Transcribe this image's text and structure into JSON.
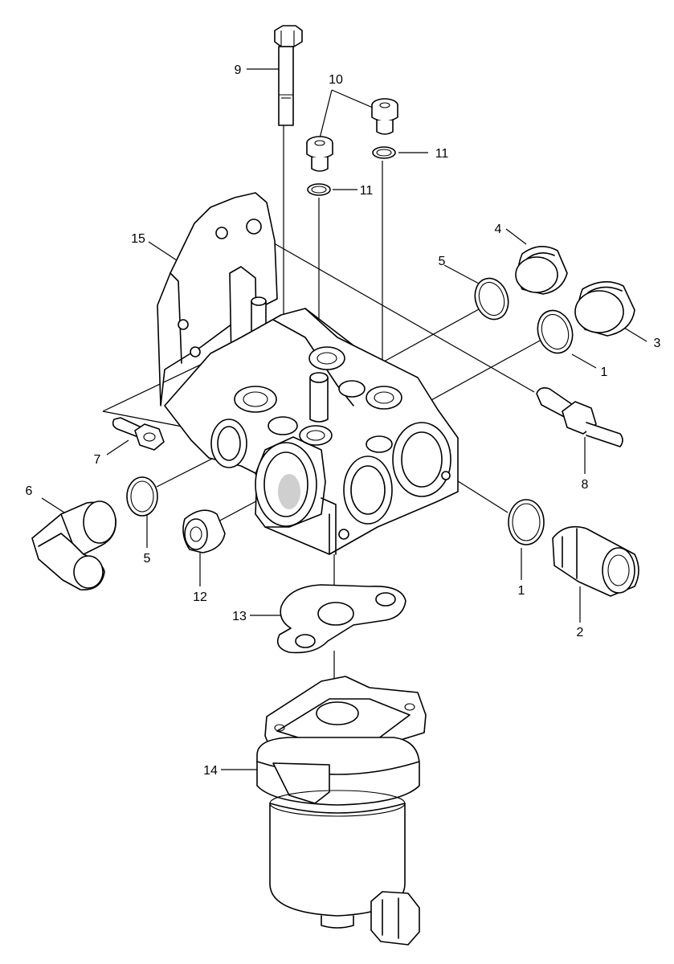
{
  "callouts": [
    {
      "id": "c9",
      "text": "9"
    },
    {
      "id": "c10",
      "text": "10"
    },
    {
      "id": "c11a",
      "text": "11"
    },
    {
      "id": "c11b",
      "text": "11"
    },
    {
      "id": "c15",
      "text": "15"
    },
    {
      "id": "c4",
      "text": "4"
    },
    {
      "id": "c5a",
      "text": "5"
    },
    {
      "id": "c3",
      "text": "3"
    },
    {
      "id": "c1a",
      "text": "1"
    },
    {
      "id": "c8",
      "text": "8"
    },
    {
      "id": "c7",
      "text": "7"
    },
    {
      "id": "c6",
      "text": "6"
    },
    {
      "id": "c5b",
      "text": "5"
    },
    {
      "id": "c12",
      "text": "12"
    },
    {
      "id": "c1b",
      "text": "1"
    },
    {
      "id": "c2",
      "text": "2"
    },
    {
      "id": "c13",
      "text": "13"
    },
    {
      "id": "c14",
      "text": "14"
    }
  ]
}
